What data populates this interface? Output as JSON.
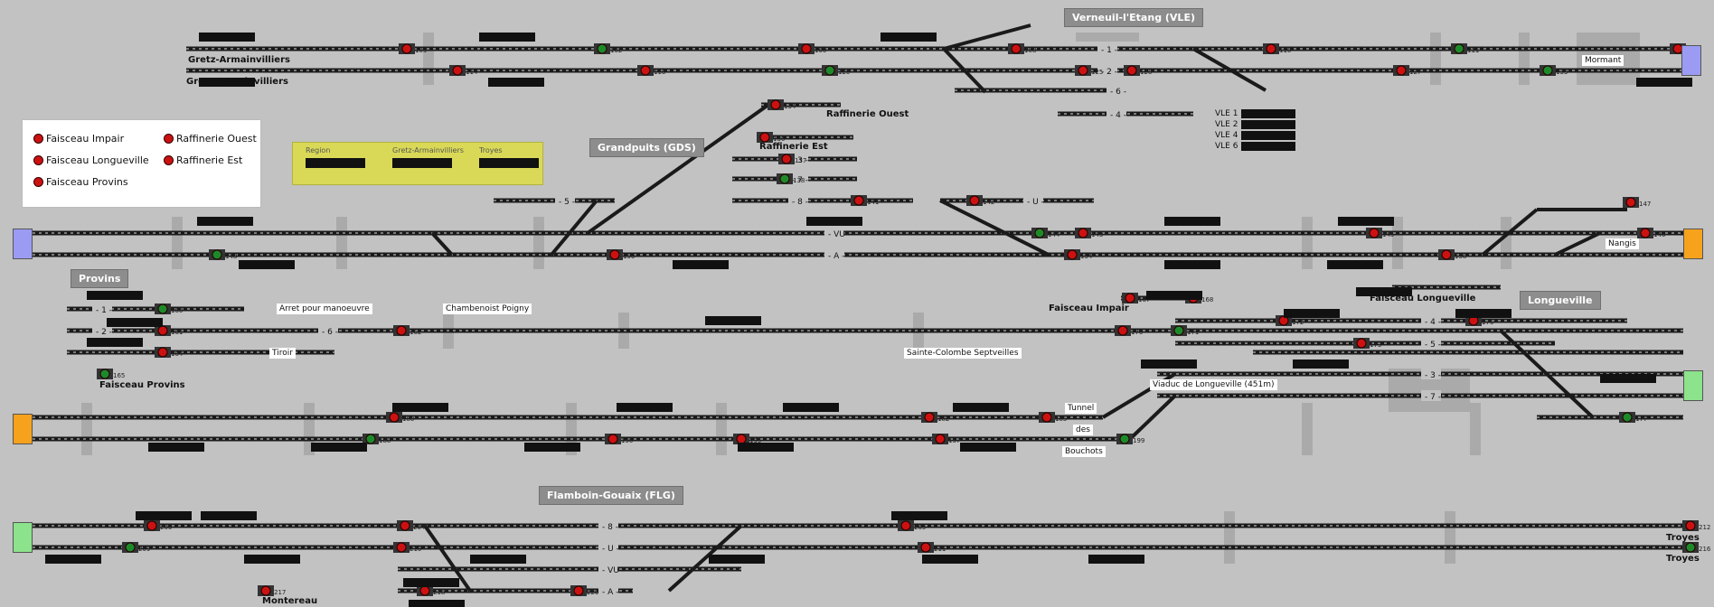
{
  "stations": [
    {
      "id": "vle",
      "label": "Verneuil-l'Etang (VLE)"
    },
    {
      "id": "gds",
      "label": "Grandpuits (GDS)"
    },
    {
      "id": "provins",
      "label": "Provins"
    },
    {
      "id": "longueville",
      "label": "Longueville"
    },
    {
      "id": "flg",
      "label": "Flamboin-Gouaix (FLG)"
    }
  ],
  "places": [
    {
      "id": "gretz1",
      "label": "Gretz-Armainvilliers",
      "style": "bold"
    },
    {
      "id": "gretz2",
      "label": "Gretz-Armainvilliers",
      "style": "bold"
    },
    {
      "id": "raff_ouest",
      "label": "Raffinerie Ouest",
      "style": "bold"
    },
    {
      "id": "raff_est",
      "label": "Raffinerie Est",
      "style": "bold"
    },
    {
      "id": "mormant",
      "label": "Mormant",
      "style": "small"
    },
    {
      "id": "nangis",
      "label": "Nangis",
      "style": "small"
    },
    {
      "id": "faisceau_impair",
      "label": "Faisceau Impair",
      "style": "bold"
    },
    {
      "id": "faisceau_longueville",
      "label": "Faisceau Longueville",
      "style": "bold"
    },
    {
      "id": "faisceau_provins",
      "label": "Faisceau Provins",
      "style": "bold"
    },
    {
      "id": "arret",
      "label": "Arret pour manoeuvre",
      "style": "small"
    },
    {
      "id": "chambenoist",
      "label": "Chambenoist Poigny",
      "style": "small"
    },
    {
      "id": "sainte_colombe",
      "label": "Sainte-Colombe Septveilles",
      "style": "small"
    },
    {
      "id": "tiroir",
      "label": "Tiroir",
      "style": "small"
    },
    {
      "id": "viaduc",
      "label": "Viaduc de Longueville (451m)",
      "style": "small"
    },
    {
      "id": "tunnel",
      "label": "Tunnel",
      "style": "small"
    },
    {
      "id": "des",
      "label": "des",
      "style": "small"
    },
    {
      "id": "bouchots",
      "label": "Bouchots",
      "style": "small"
    },
    {
      "id": "troyes1",
      "label": "Troyes",
      "style": "bold"
    },
    {
      "id": "troyes2",
      "label": "Troyes",
      "style": "bold"
    },
    {
      "id": "montereau",
      "label": "Montereau",
      "style": "bold"
    }
  ],
  "legend": {
    "items": [
      {
        "label": "Faisceau Impair"
      },
      {
        "label": "Raffinerie Ouest"
      },
      {
        "label": "Faisceau Longueville"
      },
      {
        "label": "Raffinerie Est"
      },
      {
        "label": "Faisceau Provins"
      }
    ]
  },
  "counters": [
    {
      "label": "Region"
    },
    {
      "label": "Gretz-Armainvilliers"
    },
    {
      "label": "Troyes"
    }
  ],
  "vle_tracks": [
    {
      "label": "VLE 1"
    },
    {
      "label": "VLE 2"
    },
    {
      "label": "VLE 4"
    },
    {
      "label": "VLE 6"
    }
  ],
  "track_labels": [
    "1",
    "2",
    "6",
    "4",
    "5",
    "3",
    "7",
    "8",
    "U",
    "VU",
    "A"
  ],
  "signals": [
    "109",
    "102",
    "100",
    "108",
    "110",
    "111",
    "113",
    "114",
    "116",
    "120",
    "125",
    "126",
    "127",
    "133",
    "134",
    "136",
    "137",
    "138",
    "141",
    "142",
    "143",
    "144",
    "145",
    "146",
    "147",
    "148",
    "150",
    "154",
    "158",
    "160",
    "161",
    "162",
    "164",
    "165",
    "167",
    "168",
    "170",
    "171",
    "172",
    "173",
    "176",
    "177",
    "180",
    "182",
    "185",
    "188",
    "190",
    "195",
    "197",
    "199",
    "200",
    "204",
    "205",
    "209",
    "210",
    "211",
    "212",
    "216",
    "217",
    "218",
    "220",
    "224",
    "225",
    "226",
    "230",
    "233",
    "234",
    "237",
    "240",
    "241",
    "244",
    "245",
    "247",
    "248",
    "250",
    "251",
    "252",
    "255",
    "258",
    "260",
    "261",
    "264",
    "265",
    "266",
    "269",
    "270",
    "271",
    "272",
    "275",
    "276",
    "277",
    "280",
    "282",
    "285",
    "286",
    "288",
    "290",
    "291"
  ],
  "colors": {
    "background": "#c2c2c2",
    "track": "#1a1a1a",
    "signal_red": "#cc1111",
    "signal_green": "#1d8a2a",
    "station": "#8d8d8d",
    "counter": "#d9d957",
    "edge_blue": "#9b9bf4",
    "edge_orange": "#f6a21d",
    "edge_green": "#8ce38c",
    "block": "#aaaaaa"
  }
}
